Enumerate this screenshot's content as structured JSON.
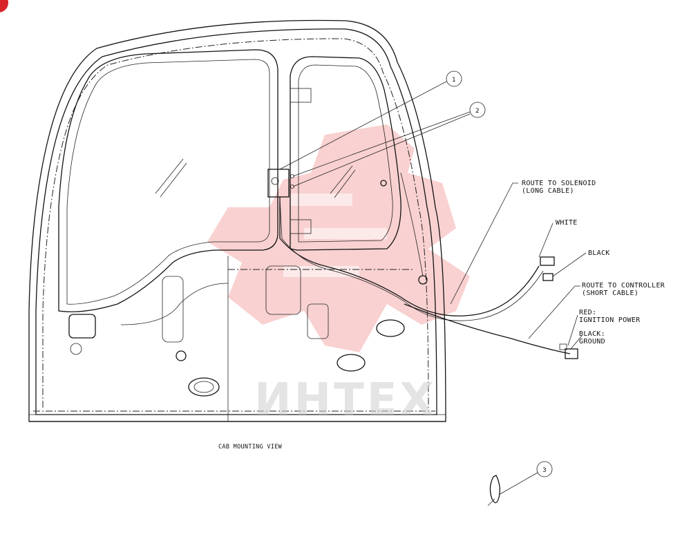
{
  "diagram": {
    "caption": "CAB MOUNTING VIEW",
    "callouts": [
      "1",
      "2",
      "3"
    ],
    "labels": {
      "solenoid_route_1": "ROUTE TO SOLENOID",
      "solenoid_route_2": "(LONG CABLE)",
      "white": "WHITE",
      "black": "BLACK",
      "controller_route_1": "ROUTE TO CONTROLLER",
      "controller_route_2": "(SHORT CABLE)",
      "red_1": "RED:",
      "red_2": "IGNITION POWER",
      "black_ground_1": "BLACK:",
      "black_ground_2": "GROUND"
    },
    "watermark": "ИНТЕХ",
    "colors": {
      "line": "#111111",
      "watermark_red": "#e04848",
      "badge_red": "#d8232a"
    }
  }
}
